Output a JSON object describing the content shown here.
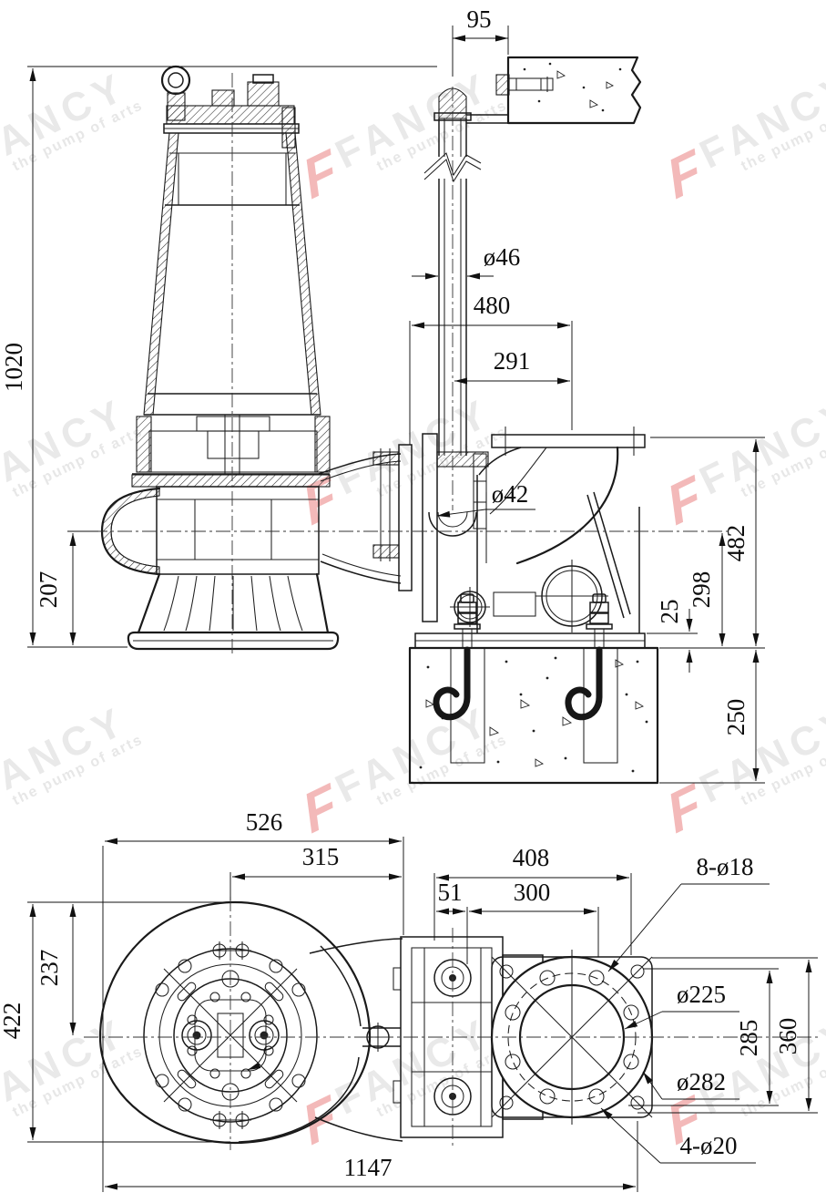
{
  "watermark": {
    "logo_letter": "F",
    "brand": "FANCY",
    "tagline": "the pump of arts",
    "logo_color": "#f3b9b9",
    "text_color": "#e9e9e9"
  },
  "elevation_view": {
    "dimensions": {
      "guide_bracket_offset": "95",
      "guide_pipe_diameter": "ø46",
      "coupling_overall_width": "480",
      "discharge_center_offset": "291",
      "guide_claw_hook_diameter": "ø42",
      "pump_overall_height": "1020",
      "suction_center_height": "207",
      "discharge_flange_height": "482",
      "discharge_center_height": "298",
      "base_plate_thickness": "25",
      "foundation_depth": "250"
    }
  },
  "plan_view": {
    "dimensions": {
      "volute_overall_width": "526",
      "volute_center_to_claw": "315",
      "coupling_length": "408",
      "claw_pin_offset": "51",
      "pin_to_flange": "300",
      "flange_bolt_holes": "8-ø18",
      "volute_center_to_top": "237",
      "volute_overall_height": "422",
      "bolt_circle_diameter": "ø225",
      "base_hole_spacing": "285",
      "base_plate_width": "360",
      "flange_raised_face_diameter": "ø282",
      "base_anchor_holes": "4-ø20",
      "overall_length": "1147"
    }
  }
}
